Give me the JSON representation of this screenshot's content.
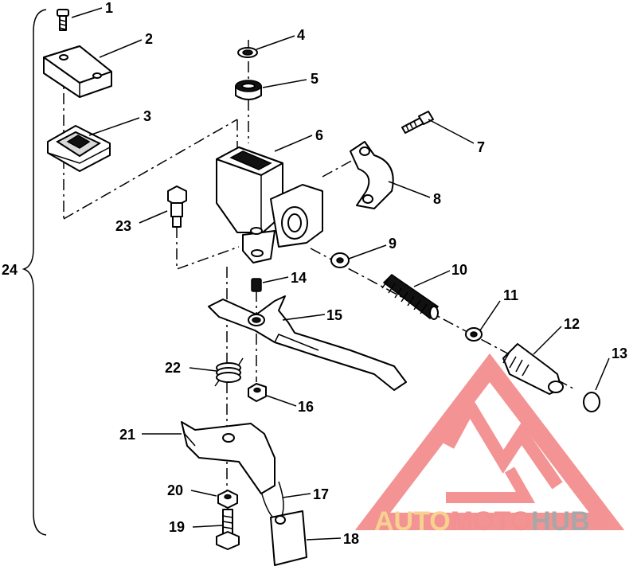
{
  "callouts": [
    {
      "id": "1",
      "text": "1"
    },
    {
      "id": "2",
      "text": "2"
    },
    {
      "id": "3",
      "text": "3"
    },
    {
      "id": "4",
      "text": "4"
    },
    {
      "id": "5",
      "text": "5"
    },
    {
      "id": "6",
      "text": "6"
    },
    {
      "id": "7",
      "text": "7"
    },
    {
      "id": "8",
      "text": "8"
    },
    {
      "id": "9",
      "text": "9"
    },
    {
      "id": "10",
      "text": "10"
    },
    {
      "id": "11",
      "text": "11"
    },
    {
      "id": "12",
      "text": "12"
    },
    {
      "id": "13",
      "text": "13"
    },
    {
      "id": "14",
      "text": "14"
    },
    {
      "id": "15",
      "text": "15"
    },
    {
      "id": "16",
      "text": "16"
    },
    {
      "id": "17",
      "text": "17"
    },
    {
      "id": "18",
      "text": "18"
    },
    {
      "id": "19",
      "text": "19"
    },
    {
      "id": "20",
      "text": "20"
    },
    {
      "id": "21",
      "text": "21"
    },
    {
      "id": "22",
      "text": "22"
    },
    {
      "id": "23",
      "text": "23"
    },
    {
      "id": "24",
      "text": "24"
    }
  ],
  "watermark": {
    "part1": "AUTO",
    "part2": "MOTO",
    "part3": "HUB",
    "colors": {
      "auto": "#f5c26b",
      "moto": "#ef6b6b",
      "hub": "#8a8a8a",
      "triangle": "#f07070"
    }
  }
}
